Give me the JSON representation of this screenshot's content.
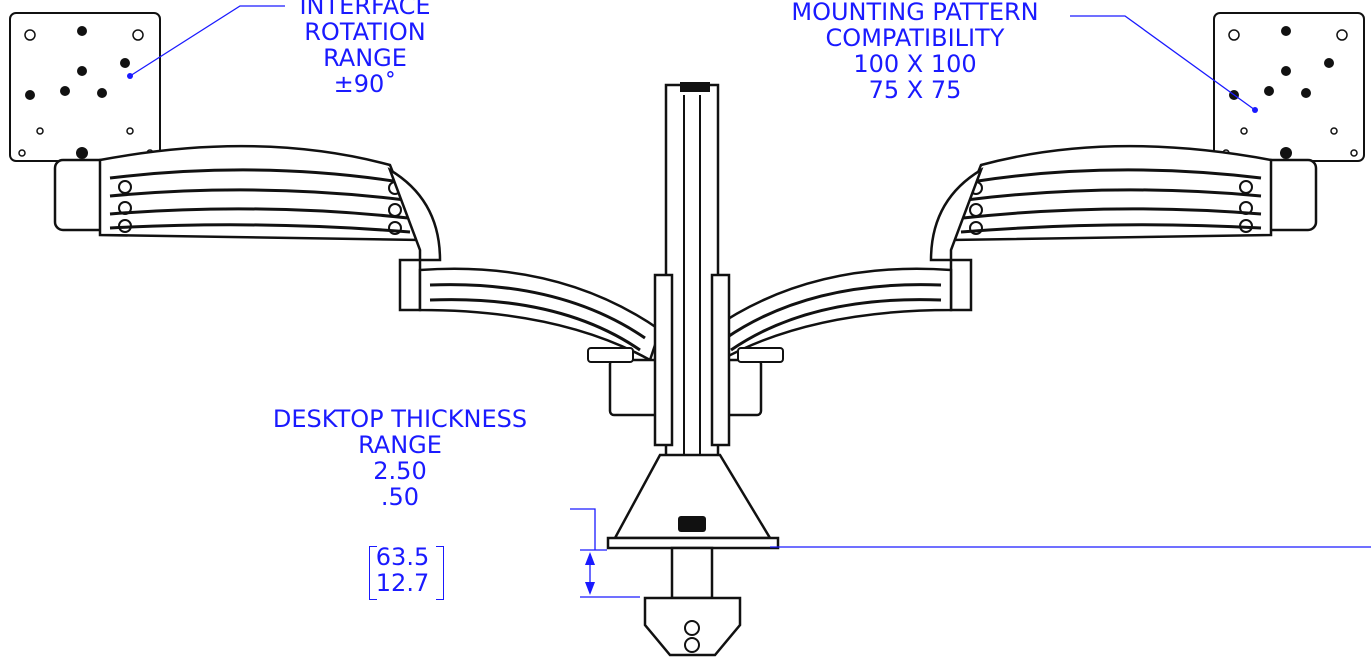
{
  "annotations": {
    "rotation": {
      "lines": [
        "INTERFACE",
        "ROTATION",
        "RANGE",
        "±90˚"
      ]
    },
    "mounting": {
      "lines": [
        "MOUNTING PATTERN",
        "COMPATIBILITY",
        "100 X 100",
        "75 X 75"
      ]
    },
    "desktop": {
      "lines": [
        "DESKTOP THICKNESS",
        "RANGE",
        "2.50",
        ".50"
      ],
      "metric": [
        "63.5",
        "12.7"
      ]
    }
  },
  "colors": {
    "annotation": "#1a1aff",
    "drawing": "#111111",
    "background": "#ffffff"
  }
}
